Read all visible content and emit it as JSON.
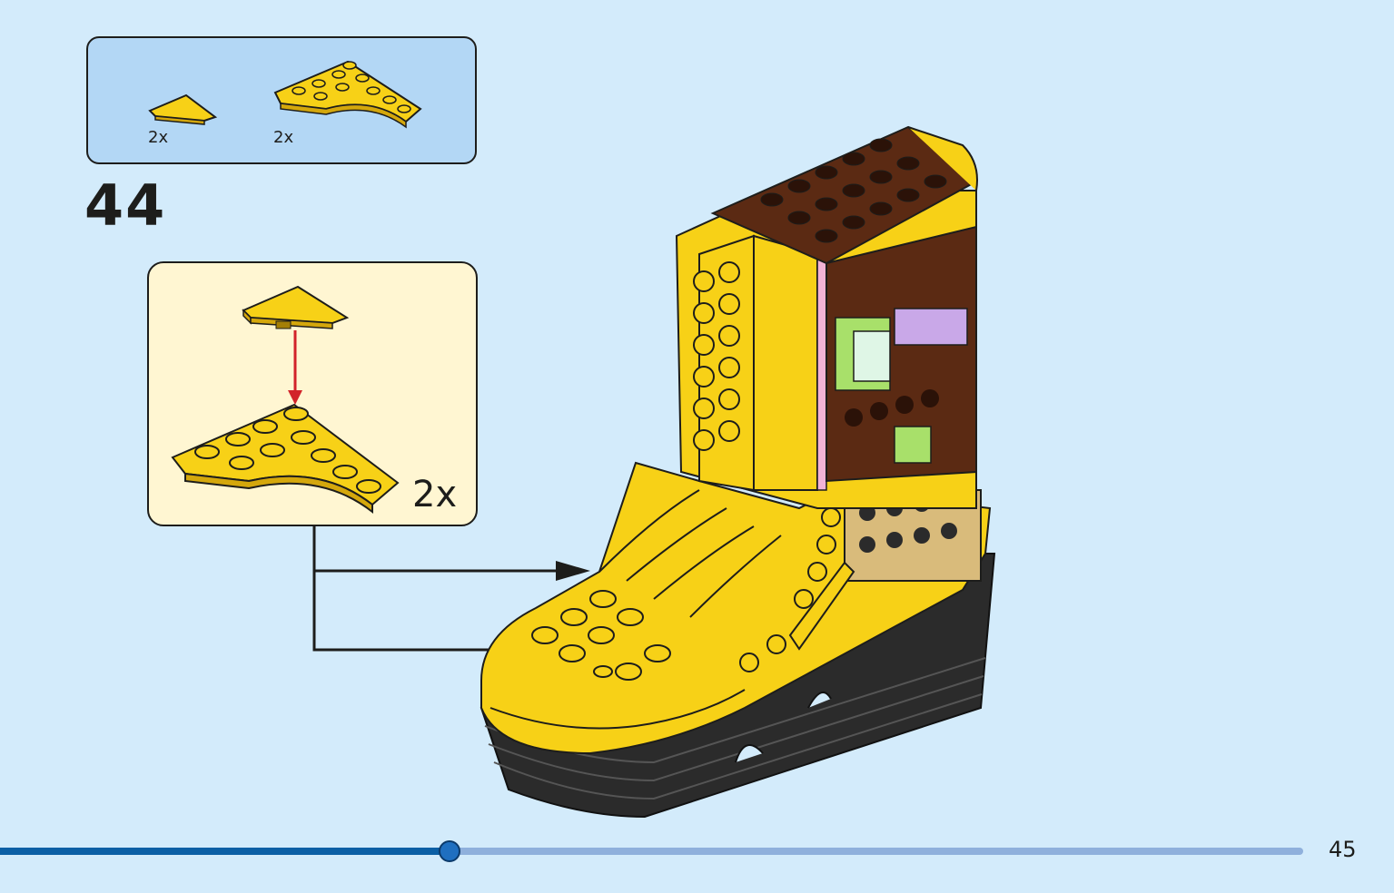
{
  "parts_list": {
    "items": [
      {
        "part": "yellow-wedge-plate-small",
        "qty": "2x"
      },
      {
        "part": "yellow-curved-wedge-plate",
        "qty": "2x"
      }
    ]
  },
  "step": {
    "number": "44",
    "sub_assembly_qty": "2x"
  },
  "colors": {
    "background": "#d3ebfb",
    "brick_yellow": "#f7d117",
    "brick_brown": "#5b2a13",
    "brick_tan": "#d9bb7b",
    "brick_black": "#1d1d1b",
    "brick_pink": "#f2b3d6",
    "brick_lime": "#a8e06a",
    "brick_lavender": "#c9a8e8",
    "arrow_red": "#d2232a",
    "progress_active": "#0b5fa5",
    "progress_track": "#8fb0dc"
  },
  "progress": {
    "fraction": 0.336
  },
  "page": {
    "number": "45"
  }
}
